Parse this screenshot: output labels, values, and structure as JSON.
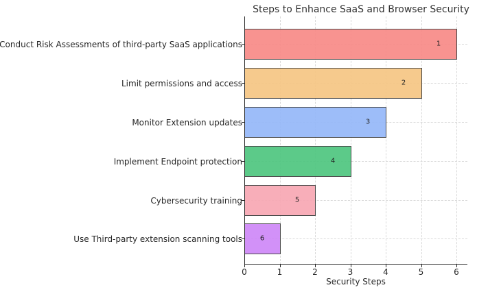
{
  "chart_data": {
    "type": "bar",
    "orientation": "horizontal",
    "title": "Steps to Enhance SaaS and Browser Security",
    "xlabel": "Security Steps",
    "ylabel": "",
    "xlim": [
      0,
      6.3
    ],
    "xticks": [
      "0",
      "1",
      "2",
      "3",
      "4",
      "5",
      "6"
    ],
    "grid": true,
    "legend": null,
    "categories": [
      "Conduct Risk Assessments of third-party SaaS applications",
      "Limit permissions and access",
      "Monitor Extension updates",
      "Implement Endpoint protection",
      "Cybersecurity training",
      "Use Third-party extension scanning tools"
    ],
    "values": [
      6,
      5,
      4,
      3,
      2,
      1
    ],
    "bar_labels": [
      "1",
      "2",
      "3",
      "4",
      "5",
      "6"
    ],
    "colors": [
      "#f88a87",
      "#f6c684",
      "#95b8f9",
      "#4fc680",
      "#f8a8b4",
      "#cf88f8"
    ]
  }
}
